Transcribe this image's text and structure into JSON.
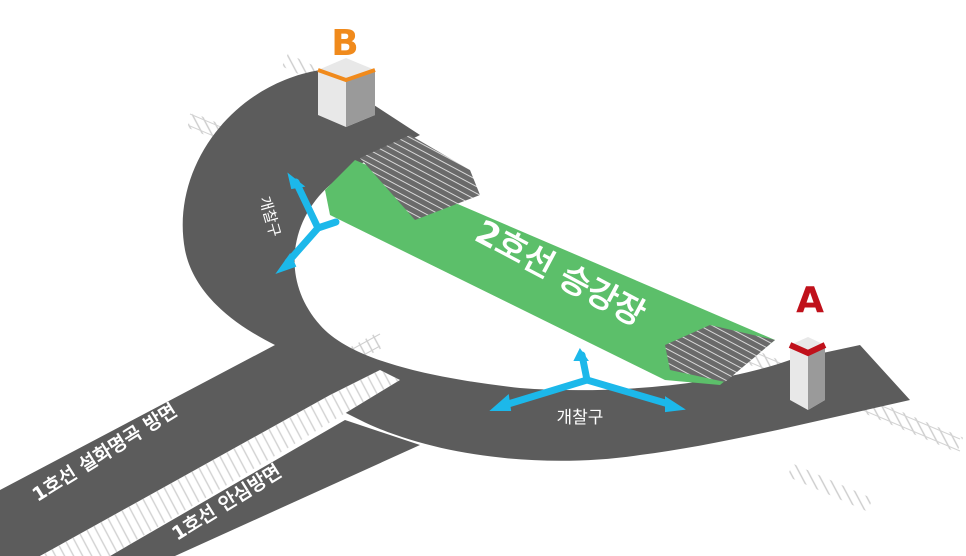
{
  "platform_label": "2호선 승강장",
  "gate_label_left": "개찰구",
  "gate_label_bottom": "개찰구",
  "direction_upper": "1호선 설화명곡 방면",
  "direction_lower": "1호선 안심방면",
  "exit_a": "A",
  "exit_b": "B",
  "colors": {
    "road": "#5c5c5c",
    "platform": "#5cbf6a",
    "arrow": "#1cb8ea",
    "exit_a": "#c0111b",
    "exit_b": "#f08a1c",
    "track": "#c9c9c9"
  }
}
